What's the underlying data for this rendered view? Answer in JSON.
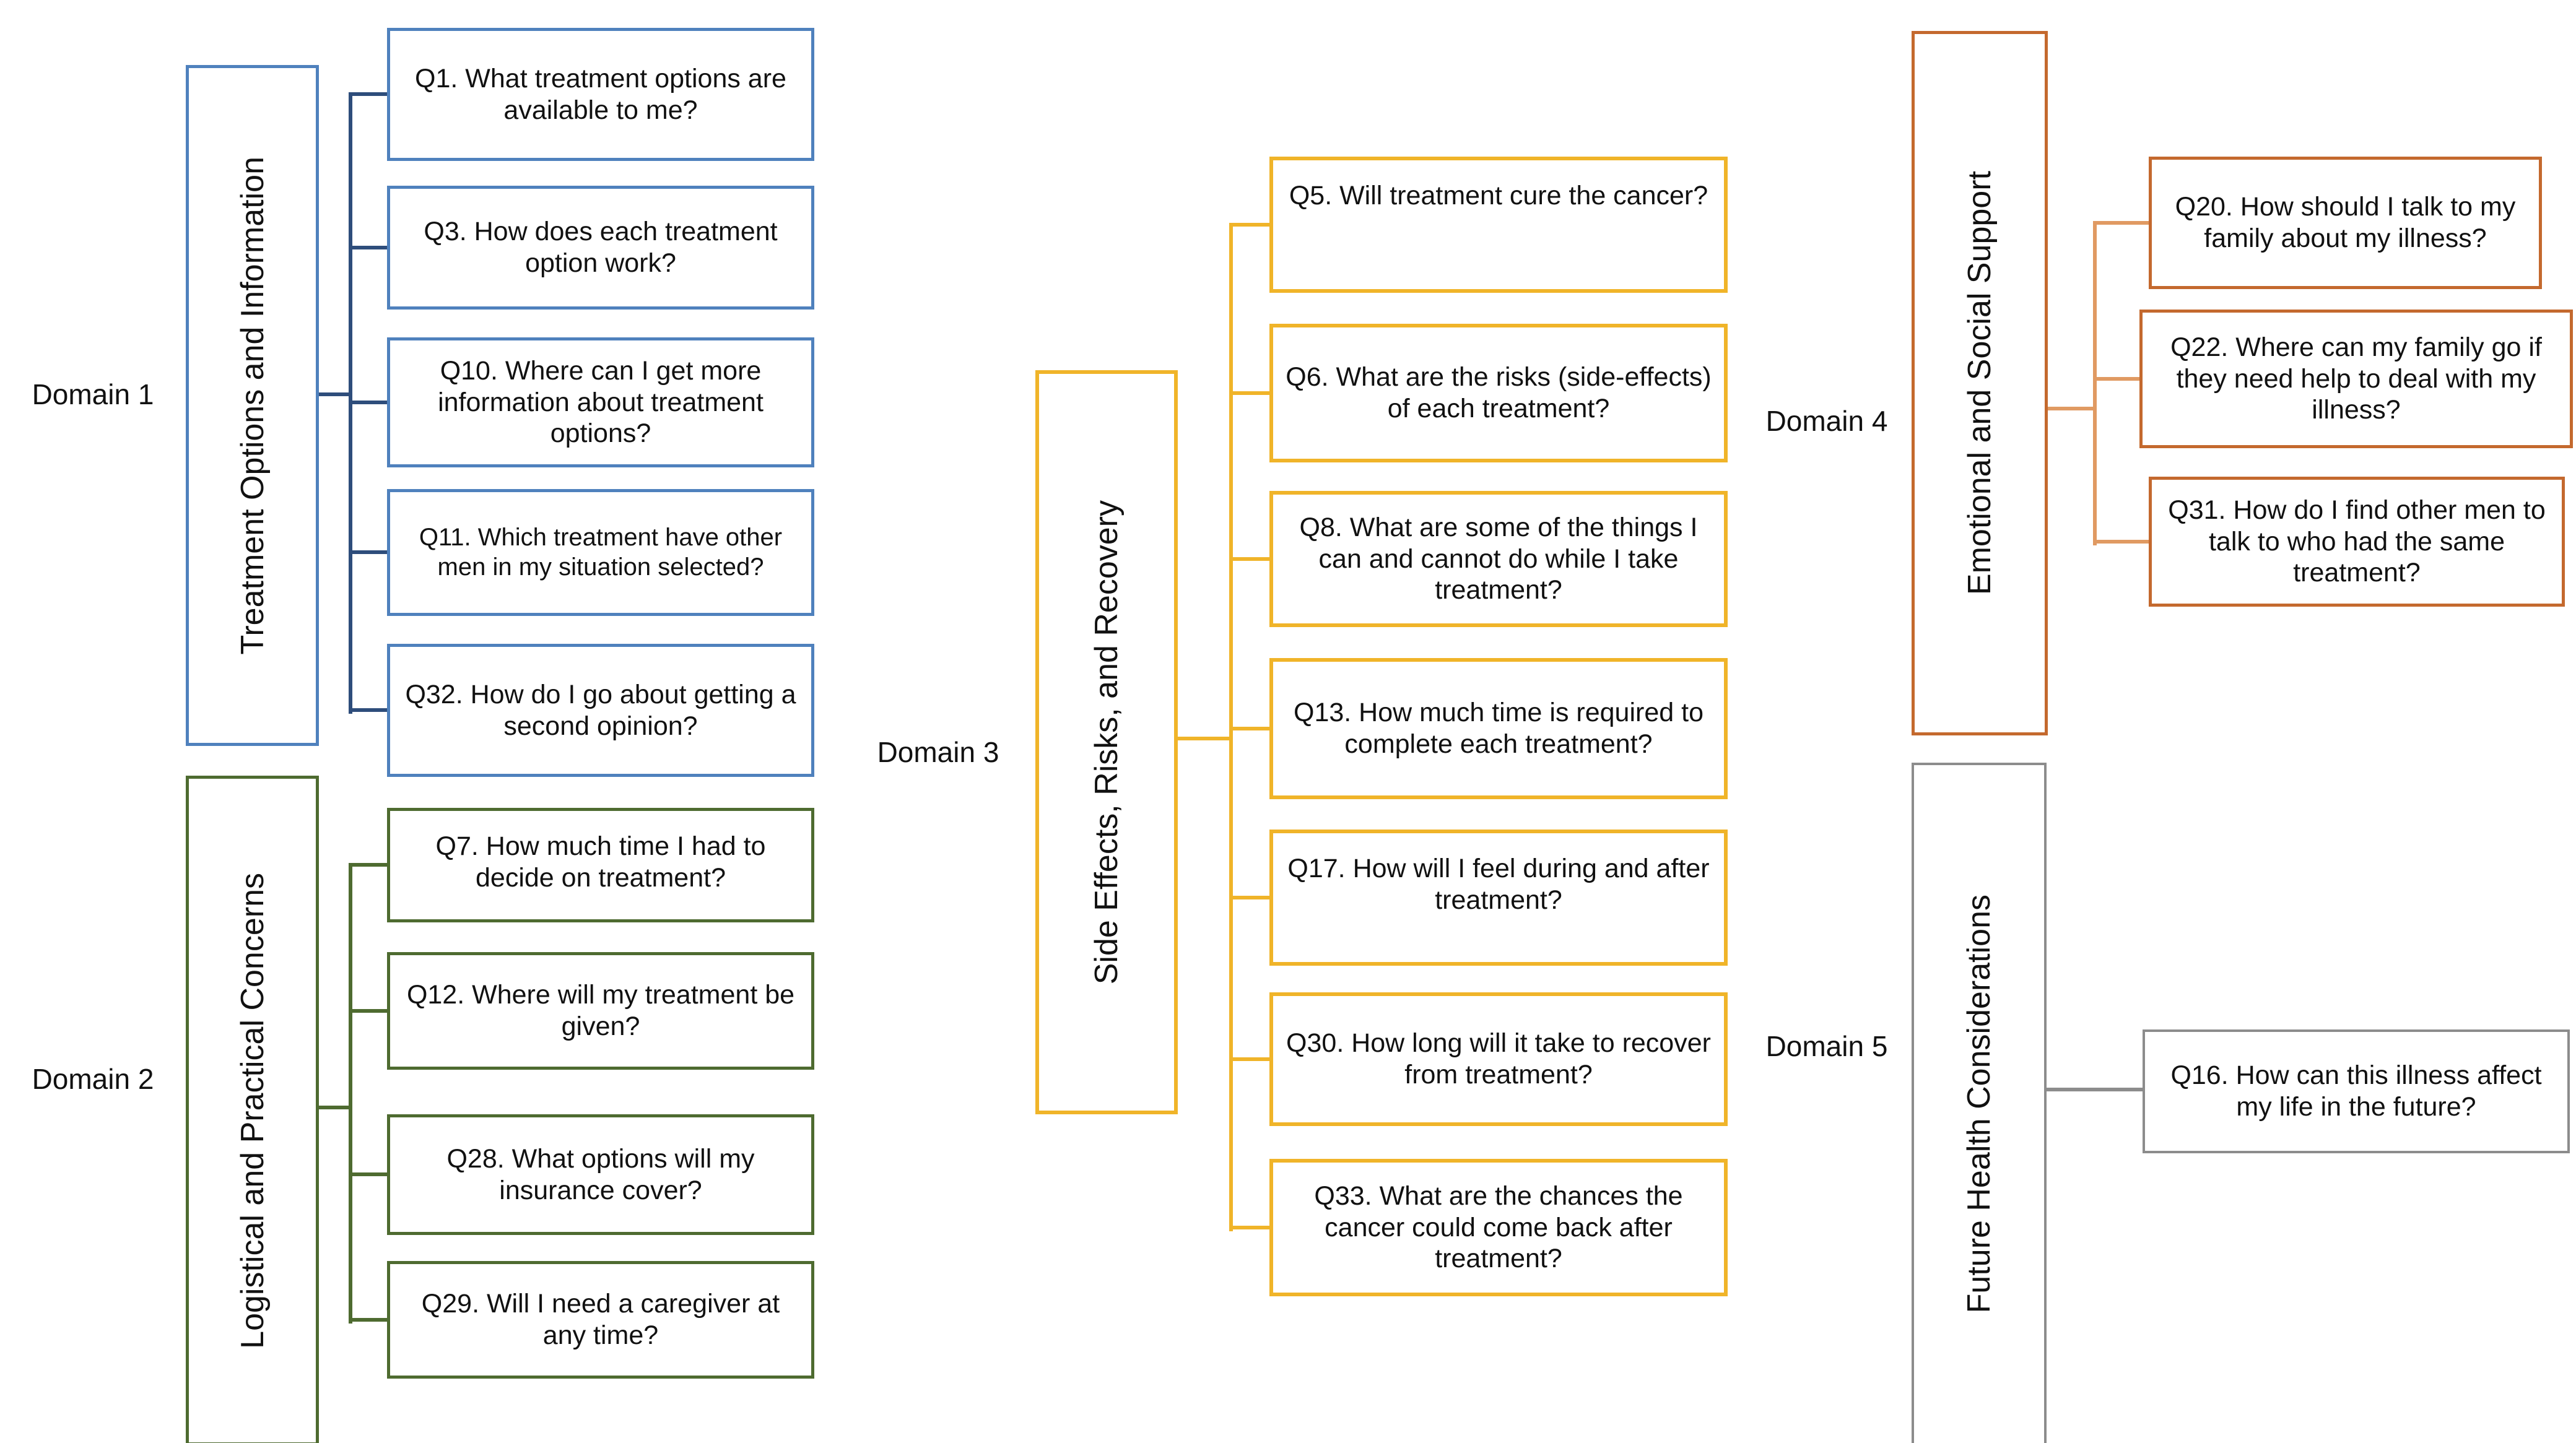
{
  "colors": {
    "text": "#111111",
    "d1_border": "#4f81bd",
    "d1_line": "#2e4d7b",
    "d2_border": "#4e6b30",
    "d2_line": "#4e6b30",
    "d3_border": "#f0b429",
    "d3_line": "#f0b429",
    "d4_border": "#c4692e",
    "d4_line": "#e09a62",
    "d5_border": "#8c8c8c",
    "d5_line": "#8c8c8c"
  },
  "domains": [
    {
      "label": "Domain 1",
      "name": "Treatment Options and Information",
      "questions": [
        "Q1. What treatment options are available to me?",
        "Q3. How does each treatment option work?",
        "Q10. Where can I get more information about treatment options?",
        "Q11. Which treatment have other men in my situation selected?",
        "Q32. How do I go about getting a second opinion?"
      ]
    },
    {
      "label": "Domain 2",
      "name": "Logistical and Practical Concerns",
      "questions": [
        "Q7. How much time I had to decide on treatment?",
        "Q12. Where will my treatment be given?",
        "Q28. What options will my insurance cover?",
        "Q29. Will I need a caregiver at any time?"
      ]
    },
    {
      "label": "Domain 3",
      "name": "Side Effects, Risks, and Recovery",
      "questions": [
        "Q5. Will treatment cure the cancer?",
        "Q6. What are the risks (side-effects) of each treatment?",
        "Q8. What are some of the things I can and cannot do while I take treatment?",
        "Q13. How much time is required to complete each treatment?",
        "Q17. How will I feel during and after treatment?",
        "Q30. How long will it take to recover from treatment?",
        "Q33. What are the chances the cancer could come back after treatment?"
      ]
    },
    {
      "label": "Domain 4",
      "name": "Emotional and Social Support",
      "questions": [
        "Q20. How should I talk to my family about my illness?",
        "Q22. Where can my family go if they need help to deal with my illness?",
        "Q31. How do I find other men to talk to who had the same treatment?"
      ]
    },
    {
      "label": "Domain 5",
      "name": "Future Health Considerations",
      "questions": [
        "Q16. How can this illness affect my life in the future?"
      ]
    }
  ]
}
